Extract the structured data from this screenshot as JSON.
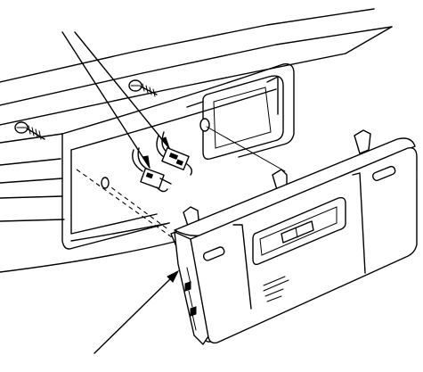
{
  "diagram": {
    "kind": "exploded-assembly-illustration",
    "parts": [
      {
        "id": "screw-upper",
        "shape": "screw"
      },
      {
        "id": "screw-lower",
        "shape": "screw"
      },
      {
        "id": "connector-a",
        "shape": "wire-connector"
      },
      {
        "id": "connector-b",
        "shape": "wire-connector"
      },
      {
        "id": "control-panel",
        "shape": "panel-assembly"
      }
    ],
    "callouts": [
      {
        "id": "leader-connector-left",
        "target": "connector-b"
      },
      {
        "id": "leader-connector-right",
        "target": "connector-a"
      },
      {
        "id": "leader-panel",
        "target": "control-panel"
      }
    ]
  }
}
